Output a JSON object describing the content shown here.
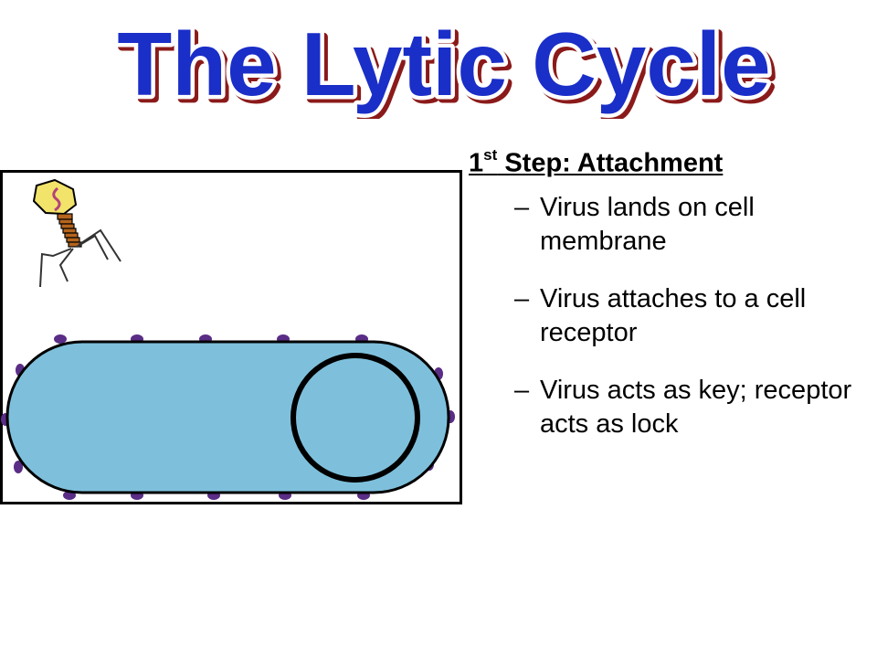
{
  "slide": {
    "title": "The Lytic Cycle",
    "title_color": "#1a2ec8",
    "title_shadow_color": "#8b1a1a"
  },
  "step": {
    "number": "1",
    "ordinal_suffix": "st",
    "label": " Step: Attachment"
  },
  "bullets": [
    {
      "marker": "–",
      "text": "Virus lands on cell membrane"
    },
    {
      "marker": "–",
      "text": "Virus attaches to a cell receptor"
    },
    {
      "marker": "–",
      "text": "Virus acts as key; receptor acts as lock"
    }
  ],
  "illustration": {
    "cell_fill": "#7ec0dc",
    "receptor_color": "#5a2d86",
    "virus_head_color": "#f2e36a",
    "virus_dna_color": "#b4437a",
    "virus_collar_color": "#b5651d"
  }
}
